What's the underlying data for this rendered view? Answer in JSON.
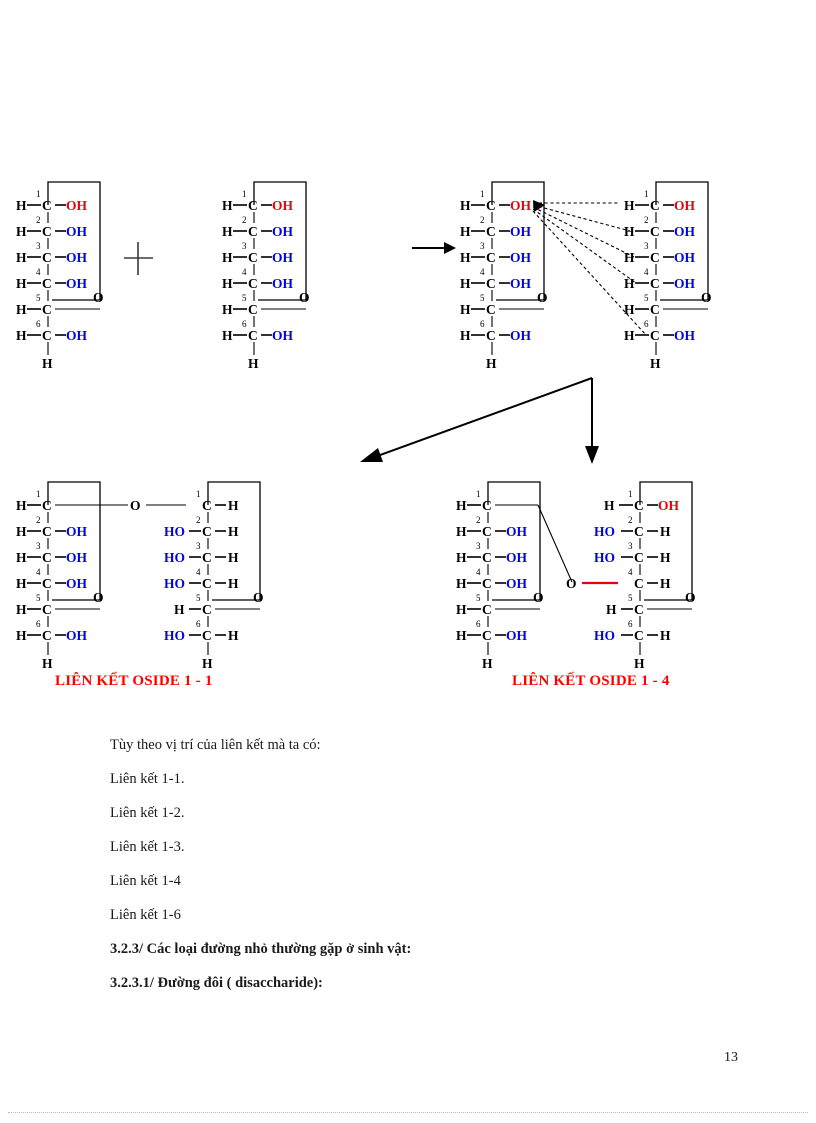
{
  "page": {
    "number": "13",
    "background_color": "#ffffff"
  },
  "colors": {
    "oh_terminal_red": "#e8000d",
    "oh_hydroxyl_blue": "#0000ee",
    "caption_red": "#ff0000",
    "bond_black": "#000000",
    "text_black": "#1a1a1a"
  },
  "diagram": {
    "title_semantic": "glycosidic-bond-formation-scheme",
    "symbols": {
      "plus": "+",
      "reaction_arrow": "→"
    },
    "molecules": [
      {
        "id": "reactant-left",
        "role": "reactant",
        "mirrored": false,
        "carbons": [
          {
            "index": "1",
            "left": "H",
            "right": "OH",
            "right_color": "#e8000d"
          },
          {
            "index": "2",
            "left": "H",
            "right": "OH",
            "right_color": "#0000ee"
          },
          {
            "index": "3",
            "left": "H",
            "right": "OH",
            "right_color": "#0000ee"
          },
          {
            "index": "4",
            "left": "H",
            "right": "OH",
            "right_color": "#0000ee"
          },
          {
            "index": "5",
            "left": "H",
            "right": "",
            "right_color": "#000000"
          },
          {
            "index": "6",
            "left": "H",
            "right": "OH",
            "right_color": "#0000ee"
          }
        ],
        "bottom_atom": "H",
        "ring_oxygen": "O"
      },
      {
        "id": "reactant-right",
        "role": "reactant",
        "mirrored": false,
        "carbons": [
          {
            "index": "1",
            "left": "H",
            "right": "OH",
            "right_color": "#e8000d"
          },
          {
            "index": "2",
            "left": "H",
            "right": "OH",
            "right_color": "#0000ee"
          },
          {
            "index": "3",
            "left": "H",
            "right": "OH",
            "right_color": "#0000ee"
          },
          {
            "index": "4",
            "left": "H",
            "right": "OH",
            "right_color": "#0000ee"
          },
          {
            "index": "5",
            "left": "H",
            "right": "",
            "right_color": "#000000"
          },
          {
            "index": "6",
            "left": "H",
            "right": "OH",
            "right_color": "#0000ee"
          }
        ],
        "bottom_atom": "H",
        "ring_oxygen": "O"
      },
      {
        "id": "intermediate-left",
        "role": "intermediate",
        "mirrored": false,
        "carbons": [
          {
            "index": "1",
            "left": "H",
            "right": "OH",
            "right_color": "#e8000d"
          },
          {
            "index": "2",
            "left": "H",
            "right": "OH",
            "right_color": "#0000ee"
          },
          {
            "index": "3",
            "left": "H",
            "right": "OH",
            "right_color": "#0000ee"
          },
          {
            "index": "4",
            "left": "H",
            "right": "OH",
            "right_color": "#0000ee"
          },
          {
            "index": "5",
            "left": "H",
            "right": "",
            "right_color": "#000000"
          },
          {
            "index": "6",
            "left": "H",
            "right": "OH",
            "right_color": "#0000ee"
          }
        ],
        "bottom_atom": "H",
        "ring_oxygen": "O"
      },
      {
        "id": "intermediate-right",
        "role": "intermediate",
        "mirrored": false,
        "carbons": [
          {
            "index": "1",
            "left": "H",
            "right": "OH",
            "right_color": "#e8000d"
          },
          {
            "index": "2",
            "left": "H",
            "right": "OH",
            "right_color": "#0000ee"
          },
          {
            "index": "3",
            "left": "H",
            "right": "OH",
            "right_color": "#0000ee"
          },
          {
            "index": "4",
            "left": "H",
            "right": "OH",
            "right_color": "#0000ee"
          },
          {
            "index": "5",
            "left": "H",
            "right": "",
            "right_color": "#000000"
          },
          {
            "index": "6",
            "left": "H",
            "right": "OH",
            "right_color": "#0000ee"
          }
        ],
        "bottom_atom": "H",
        "ring_oxygen": "O"
      },
      {
        "id": "product11-left",
        "role": "product",
        "mirrored": false,
        "carbons": [
          {
            "index": "1",
            "left": "H",
            "right": "",
            "right_color": "#000000"
          },
          {
            "index": "2",
            "left": "H",
            "right": "OH",
            "right_color": "#0000ee"
          },
          {
            "index": "3",
            "left": "H",
            "right": "OH",
            "right_color": "#0000ee"
          },
          {
            "index": "4",
            "left": "H",
            "right": "OH",
            "right_color": "#0000ee"
          },
          {
            "index": "5",
            "left": "H",
            "right": "",
            "right_color": "#000000"
          },
          {
            "index": "6",
            "left": "H",
            "right": "OH",
            "right_color": "#0000ee"
          }
        ],
        "bottom_atom": "H",
        "ring_oxygen": "O"
      },
      {
        "id": "product11-right",
        "role": "product",
        "mirrored": true,
        "carbons": [
          {
            "index": "1",
            "left": "",
            "right": "H",
            "left_color": "#000000"
          },
          {
            "index": "2",
            "left": "HO",
            "right": "H",
            "left_color": "#0000ee"
          },
          {
            "index": "3",
            "left": "HO",
            "right": "H",
            "left_color": "#0000ee"
          },
          {
            "index": "4",
            "left": "HO",
            "right": "H",
            "left_color": "#0000ee"
          },
          {
            "index": "5",
            "left": "H",
            "right": "",
            "left_color": "#000000"
          },
          {
            "index": "6",
            "left": "HO",
            "right": "H",
            "left_color": "#0000ee"
          }
        ],
        "bottom_atom": "H",
        "ring_oxygen": "O"
      },
      {
        "id": "product14-left",
        "role": "product",
        "mirrored": false,
        "carbons": [
          {
            "index": "1",
            "left": "H",
            "right": "",
            "right_color": "#000000"
          },
          {
            "index": "2",
            "left": "H",
            "right": "OH",
            "right_color": "#0000ee"
          },
          {
            "index": "3",
            "left": "H",
            "right": "OH",
            "right_color": "#0000ee"
          },
          {
            "index": "4",
            "left": "H",
            "right": "OH",
            "right_color": "#0000ee"
          },
          {
            "index": "5",
            "left": "H",
            "right": "",
            "right_color": "#000000"
          },
          {
            "index": "6",
            "left": "H",
            "right": "OH",
            "right_color": "#0000ee"
          }
        ],
        "bottom_atom": "H",
        "ring_oxygen": "O"
      },
      {
        "id": "product14-right",
        "role": "product",
        "mirrored": true,
        "carbons": [
          {
            "index": "1",
            "left": "H",
            "right": "OH",
            "left_color": "#000000"
          },
          {
            "index": "2",
            "left": "HO",
            "right": "H",
            "left_color": "#0000ee"
          },
          {
            "index": "3",
            "left": "HO",
            "right": "H",
            "left_color": "#0000ee"
          },
          {
            "index": "4",
            "left": "",
            "right": "H",
            "left_color": "#000000"
          },
          {
            "index": "5",
            "left": "H",
            "right": "",
            "left_color": "#000000"
          },
          {
            "index": "6",
            "left": "HO",
            "right": "H",
            "left_color": "#0000ee"
          }
        ],
        "bottom_atom": "H",
        "ring_oxygen": "O"
      }
    ],
    "bridge_oxygen_label": "O",
    "captions": {
      "left": "LIÊN KẾT OSIDE 1 - 1",
      "right": "LIÊN KẾT OSIDE 1 - 4"
    },
    "dashed_fan": {
      "from_carbon": "1",
      "to_carbons": [
        "1",
        "2",
        "3",
        "4",
        "6"
      ],
      "count": 5
    }
  },
  "text": {
    "lines": [
      {
        "content": "Tùy theo vị trí của liên kết mà ta có:",
        "bold": false
      },
      {
        "content": "Liên kết 1-1.",
        "bold": false
      },
      {
        "content": "Liên kết 1-2.",
        "bold": false
      },
      {
        "content": "Liên kết 1-3.",
        "bold": false
      },
      {
        "content": "Liên kết 1-4",
        "bold": false
      },
      {
        "content": "Liên kết 1-6",
        "bold": false
      },
      {
        "content": "3.2.3/ Các loại đường nhỏ thường gặp ở sinh vật:",
        "bold": true
      },
      {
        "content": "3.2.3.1/ Đường đôi ( disaccharide):",
        "bold": true
      }
    ]
  }
}
